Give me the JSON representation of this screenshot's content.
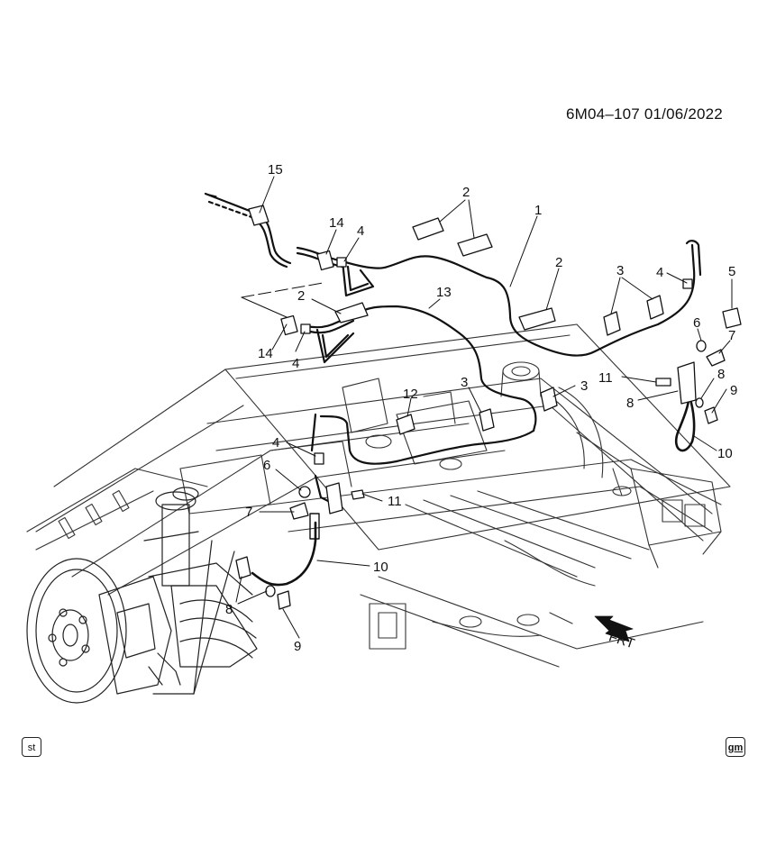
{
  "header": {
    "reference": "6M04–107  01/06/2022"
  },
  "callouts": [
    {
      "id": "c15",
      "text": "15"
    },
    {
      "id": "c14a",
      "text": "14"
    },
    {
      "id": "c4a",
      "text": "4"
    },
    {
      "id": "c2a",
      "text": "2"
    },
    {
      "id": "c1",
      "text": "1"
    },
    {
      "id": "c2b",
      "text": "2"
    },
    {
      "id": "c3a",
      "text": "3"
    },
    {
      "id": "c4b",
      "text": "4"
    },
    {
      "id": "c5",
      "text": "5"
    },
    {
      "id": "c13",
      "text": "13"
    },
    {
      "id": "c2c",
      "text": "2"
    },
    {
      "id": "c14b",
      "text": "14"
    },
    {
      "id": "c4c",
      "text": "4"
    },
    {
      "id": "c6a",
      "text": "6"
    },
    {
      "id": "c7a",
      "text": "7"
    },
    {
      "id": "c11a",
      "text": "11"
    },
    {
      "id": "c8a",
      "text": "8"
    },
    {
      "id": "c9a",
      "text": "9"
    },
    {
      "id": "c8b",
      "text": "8"
    },
    {
      "id": "c10a",
      "text": "10"
    },
    {
      "id": "c3b",
      "text": "3"
    },
    {
      "id": "c3c",
      "text": "3"
    },
    {
      "id": "c12",
      "text": "12"
    },
    {
      "id": "c4d",
      "text": "4"
    },
    {
      "id": "c6b",
      "text": "6"
    },
    {
      "id": "c11b",
      "text": "11"
    },
    {
      "id": "c7b",
      "text": "7"
    },
    {
      "id": "c10b",
      "text": "10"
    },
    {
      "id": "c8c",
      "text": "8"
    },
    {
      "id": "c9b",
      "text": "9"
    }
  ],
  "front_arrow": {
    "label": "FRT"
  },
  "badges": {
    "left": "st",
    "right": "gm"
  }
}
